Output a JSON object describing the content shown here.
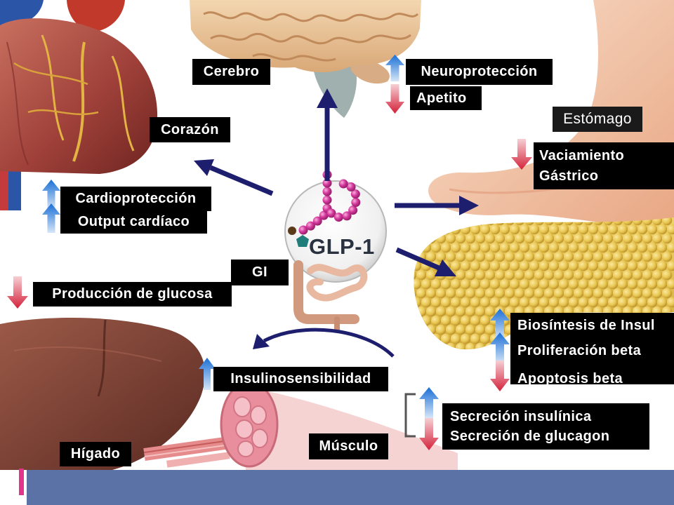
{
  "slide": {
    "band_color": "#5b72a6",
    "accent_color": "#e0358b",
    "arrow_color": "#1e1e6e",
    "increase_color": "#1a6fd6",
    "decrease_color": "#d4213a"
  },
  "center": {
    "label": "GLP-1"
  },
  "labels": {
    "cerebro": "Cerebro",
    "neuroproteccion": "Neuroprotección",
    "apetito": "Apetito",
    "estomago": "Estómago",
    "corazon": "Corazón",
    "vaciamiento_line1": "Vaciamiento",
    "vaciamiento_line2": "Gástrico",
    "cardioproteccion": "Cardioprotección",
    "output_cardiaco": "Output cardíaco",
    "gi": "GI",
    "produccion_glucosa": "Producción de glucosa",
    "biosintesis": "Biosíntesis de Insul",
    "proliferacion": "Proliferación beta",
    "apoptosis": "Apoptosis beta",
    "insulinosensibilidad": "Insulinosensibilidad",
    "secrecion_insulinica": "Secreción insulínica",
    "secrecion_glucagon": "Secreción de glucagon",
    "musculo": "Músculo",
    "higado": "Hígado"
  }
}
